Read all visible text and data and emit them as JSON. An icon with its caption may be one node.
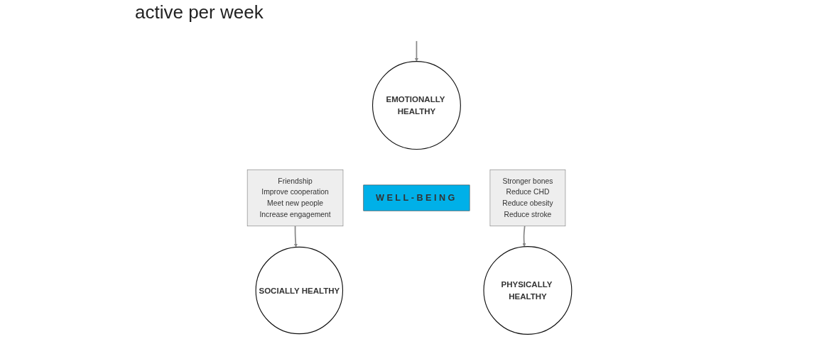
{
  "diagram": {
    "nodes": [
      {
        "text": [
          "EMOTIONALLY HEALTHY"
        ]
      },
      {
        "text": [
          "SOCIALLY HEALTHY"
        ]
      },
      {
        "text": [
          "PHYSICALLY HEALTHY"
        ]
      },
      {
        "text": [
          "WELL-BEING"
        ]
      },
      {
        "text": [
          "Friendship",
          "Improve  cooperation",
          "Meet new people",
          "Increase engagement"
        ]
      },
      {
        "text": [
          "Stronger bones",
          "Reduce CHD",
          "Reduce obesity",
          "Reduce stroke"
        ]
      }
    ],
    "edges": [
      {
        "from": null,
        "to": 0,
        "arrow": "to"
      },
      {
        "from": 4,
        "to": 1,
        "arrow": "to"
      },
      {
        "from": 5,
        "to": 2,
        "arrow": "to"
      }
    ],
    "labels": [
      "active per week"
    ]
  }
}
